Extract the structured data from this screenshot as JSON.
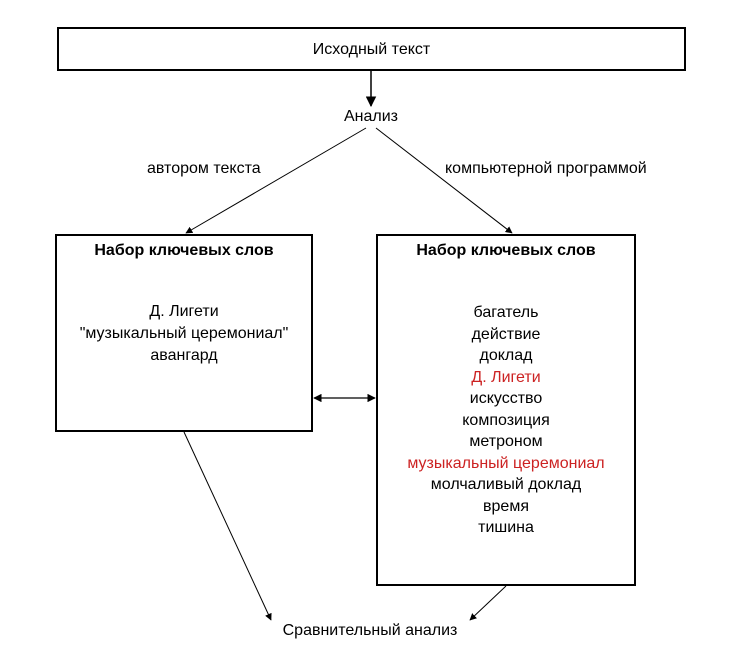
{
  "source_box": {
    "label": "Исходный текст"
  },
  "analysis_label": "Анализ",
  "branch_left_label": "автором текста",
  "branch_right_label": "компьютерной программой",
  "left_box": {
    "title": "Набор ключевых слов",
    "keywords": [
      "Д. Лигети",
      "\"музыкальный церемониал\"",
      "авангард"
    ]
  },
  "right_box": {
    "title": "Набор ключевых слов",
    "keywords": [
      {
        "text": "багатель",
        "highlight": false
      },
      {
        "text": "действие",
        "highlight": false
      },
      {
        "text": "доклад",
        "highlight": false
      },
      {
        "text": "Д. Лигети",
        "highlight": true
      },
      {
        "text": "искусство",
        "highlight": false
      },
      {
        "text": "композиция",
        "highlight": false
      },
      {
        "text": "метроном",
        "highlight": false
      },
      {
        "text": "музыкальный церемониал",
        "highlight": true
      },
      {
        "text": "молчаливый доклад",
        "highlight": false
      },
      {
        "text": "время",
        "highlight": false
      },
      {
        "text": "тишина",
        "highlight": false
      }
    ]
  },
  "result_label": "Сравнительный анализ",
  "colors": {
    "highlight": "#cc2222",
    "line": "#000000"
  }
}
